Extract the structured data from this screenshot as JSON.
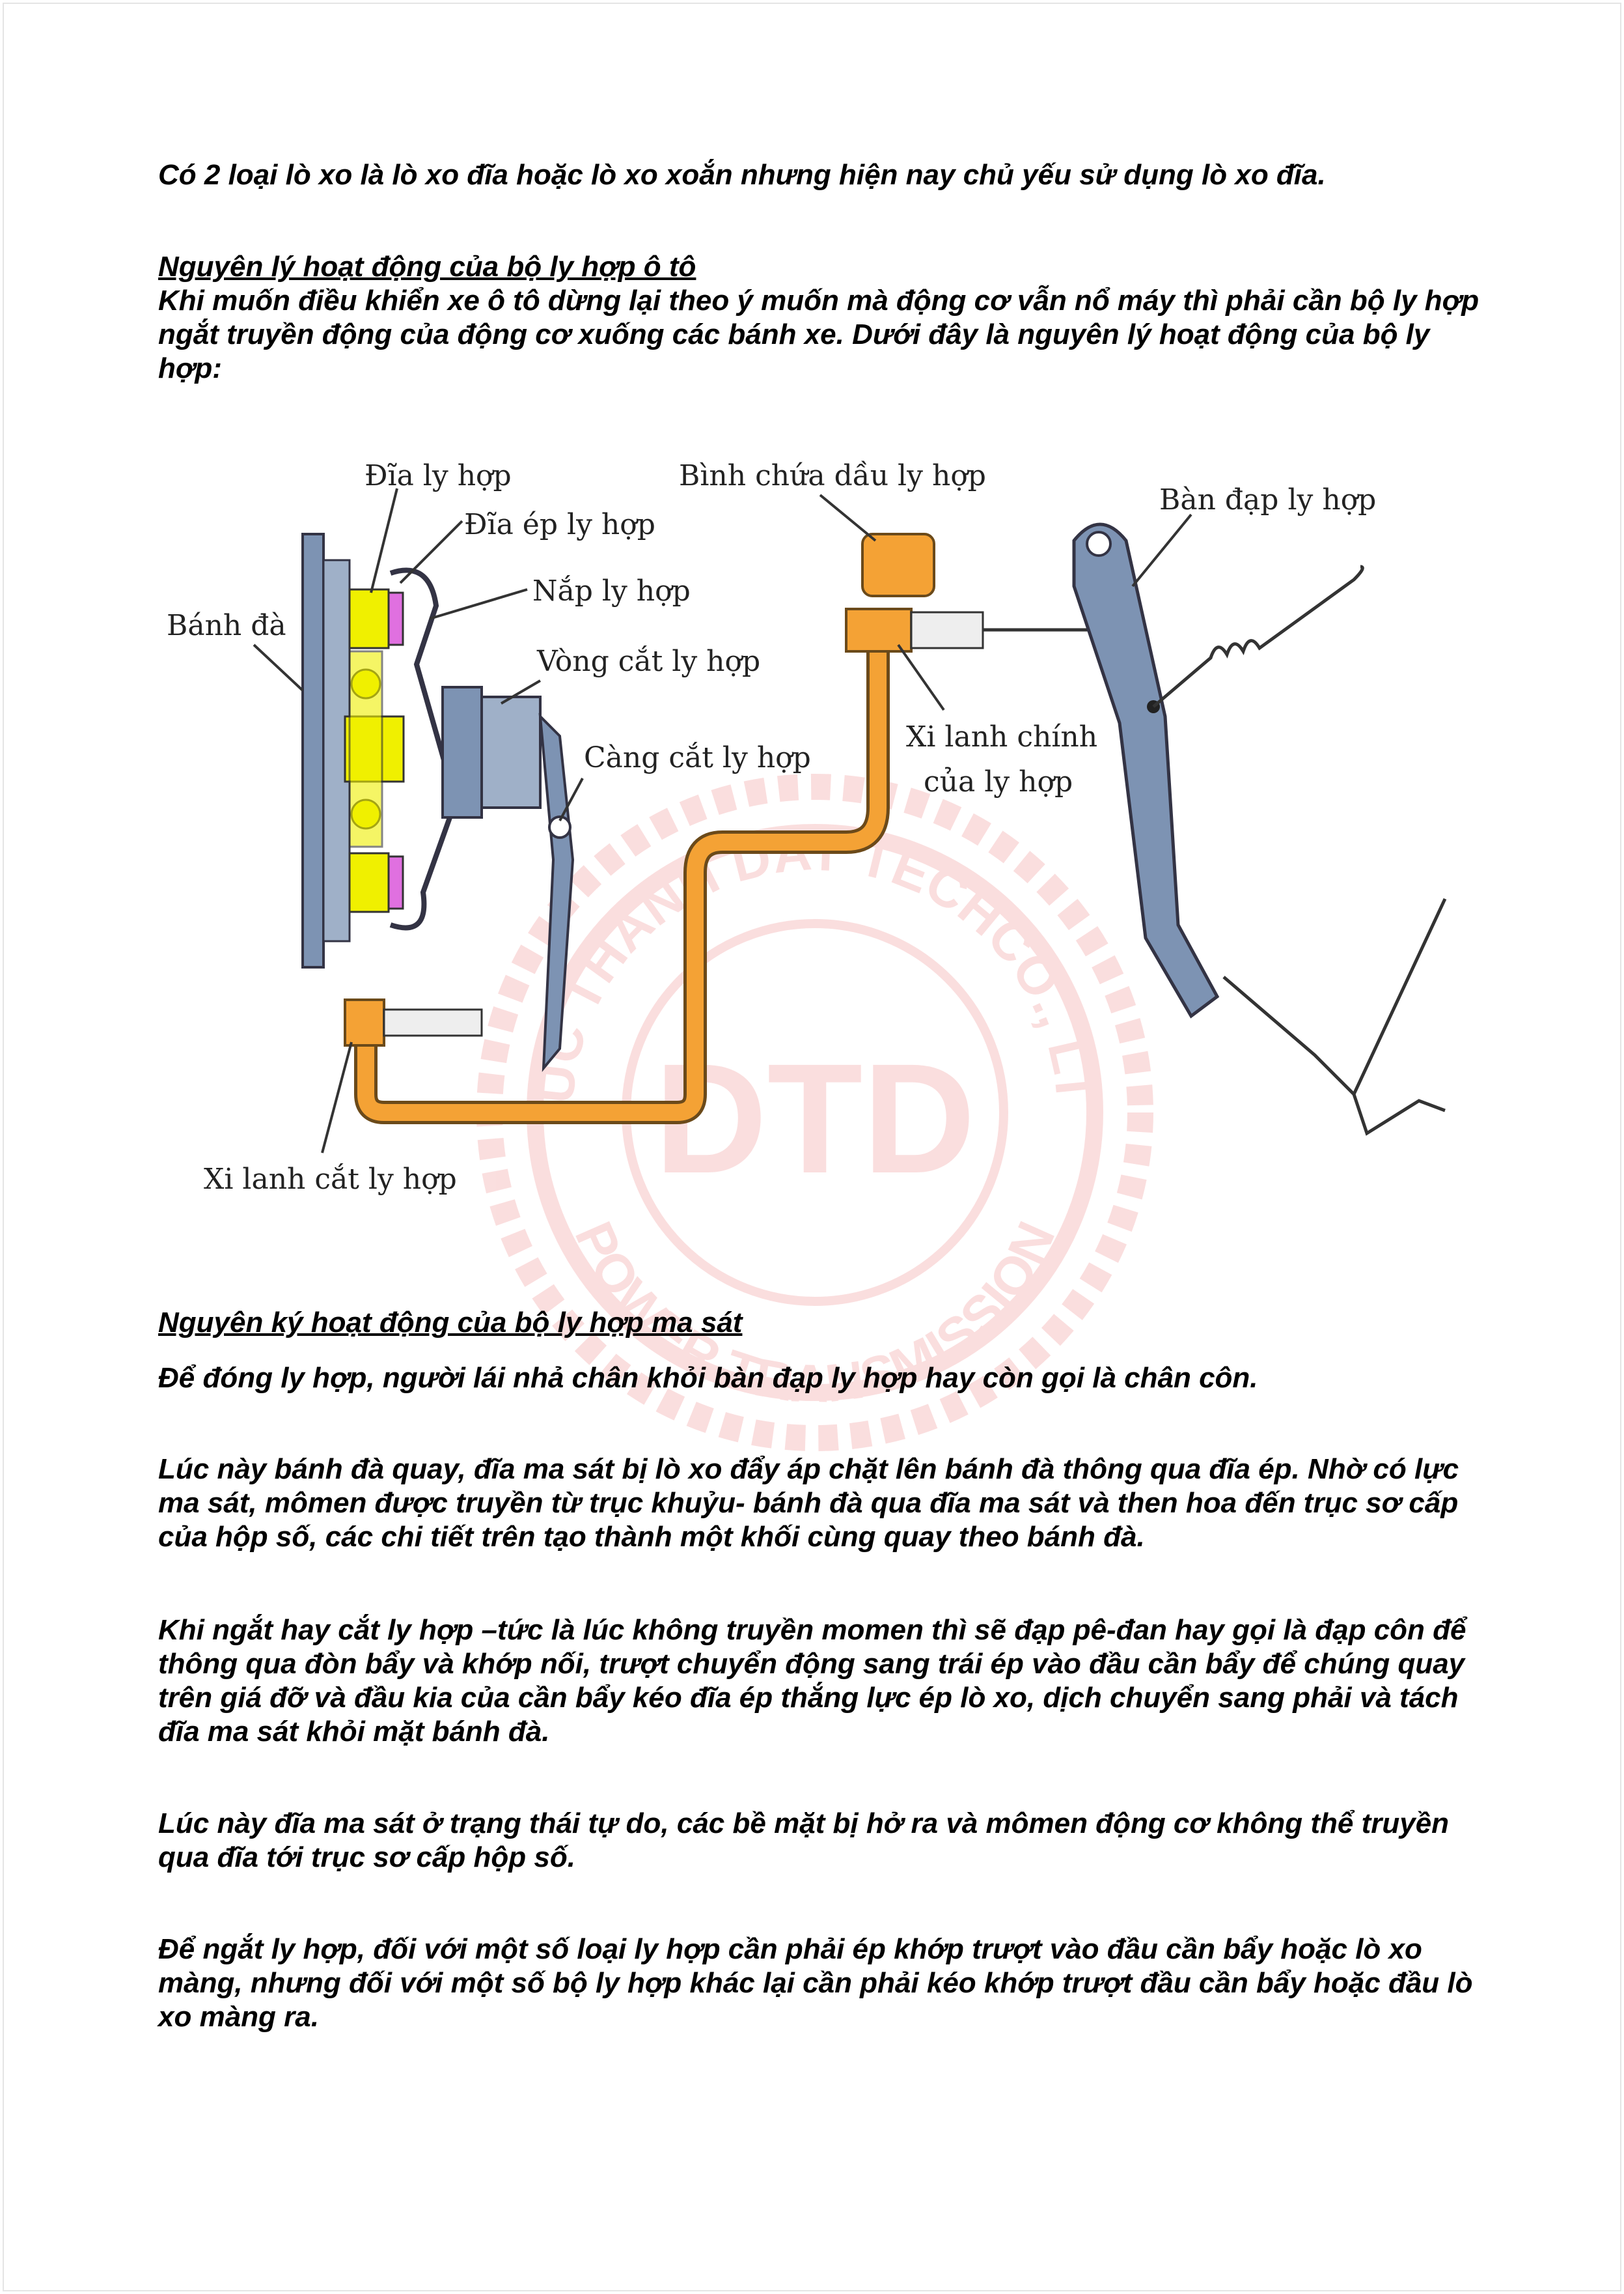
{
  "paragraph_springs": "Có 2 loại lò xo là lò xo đĩa hoặc lò xo xoắn nhưng hiện nay chủ yếu sử dụng lò xo đĩa.",
  "section1": {
    "heading": "Nguyên lý hoạt động của bộ ly hợp ô tô",
    "intro": "Khi muốn điều khiển xe ô tô dừng lại theo ý muốn mà  động cơ vẫn nổ máy thì phải cần bộ ly hợp ngắt truyền động của động cơ xuống các bánh xe. Dưới đây là nguyên lý hoạt động của bộ ly hợp:"
  },
  "diagram": {
    "labels": {
      "clutch_disc": "Đĩa ly hợp",
      "pressure_plate": "Đĩa ép ly hợp",
      "clutch_cover": "Nắp ly hợp",
      "flywheel": "Bánh đà",
      "release_bearing": "Vòng cắt ly hợp",
      "release_fork": "Càng cắt ly hợp",
      "reservoir": "Bình chứa dầu ly hợp",
      "pedal": "Bàn đạp ly hợp",
      "master_cylinder_1": "Xi lanh chính",
      "master_cylinder_2": "của ly hợp",
      "slave_cylinder": "Xi lanh cắt ly hợp"
    },
    "colors": {
      "fluid": "#F4A235",
      "metal": "#7d93b3",
      "disc": "#f0f000",
      "lining": "#e070e0"
    }
  },
  "watermark": {
    "top_text": "DUC THANH DAT TECHCO., LTD",
    "center_text": "DTD",
    "bottom_text": "POWER TRANSMISSION",
    "color": "#e23a3a"
  },
  "section2": {
    "heading": "Nguyên ký hoạt động của bộ ly hợp ma sát",
    "paragraphs": [
      "Để đóng ly hợp, người lái nhả chân khỏi bàn đạp ly hợp hay còn gọi là chân côn.",
      "Lúc này bánh đà quay, đĩa ma sát bị lò xo đẩy áp chặt lên bánh đà thông qua đĩa ép. Nhờ có lực ma sát, mômen được truyền từ trục khuỷu- bánh đà qua đĩa ma sát và then hoa đến trục sơ cấp của hộp số, các chi tiết trên tạo thành một khối cùng quay theo bánh đà.",
      "Khi ngắt hay cắt ly hợp –tức là lúc không truyền momen thì sẽ đạp pê-đan hay gọi là đạp côn để thông qua đòn bẩy và khớp nối,  trượt chuyển động sang trái ép vào đầu cần bẩy để chúng quay trên giá đỡ và đầu kia của cần bẩy kéo đĩa ép thắng lực ép lò xo, dịch chuyển sang phải và tách đĩa ma sát khỏi mặt bánh đà.",
      "Lúc này đĩa ma sát ở trạng thái tự do, các bề mặt bị hở ra và mômen động cơ không thể truyền qua đĩa tới trục sơ cấp hộp số.",
      "Để ngắt ly hợp, đối với một số loại ly hợp cần phải ép khớp trượt vào đầu cần bẩy hoặc lò xo màng, nhưng đối với một số bộ ly hợp khác lại cần phải kéo khớp trượt đầu cần bẩy hoặc đầu lò xo màng ra."
    ]
  }
}
